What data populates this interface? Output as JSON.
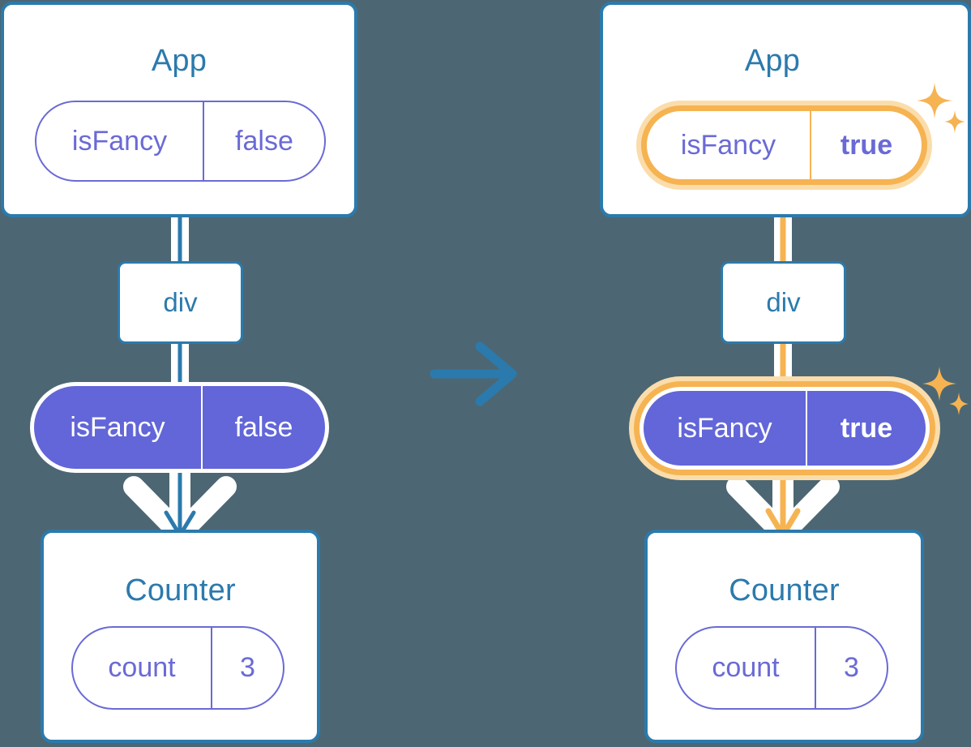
{
  "diagram": {
    "title_not_shown": "",
    "background_color": "#4c6773",
    "accent_blue": "#2b7aad",
    "accent_purple": "#6266d8",
    "accent_orange": "#f6b352",
    "accent_orange_light": "#fbddab",
    "transition_arrow": {
      "icon": "arrow-right-icon",
      "color": "#2b7aad",
      "direction": "right"
    },
    "panels": [
      {
        "id": "before",
        "app": {
          "title": "App",
          "state_pill": {
            "name": "isFancy",
            "value": "false",
            "style": "outline",
            "highlighted": false,
            "bold_value": false
          }
        },
        "div": {
          "label": "div"
        },
        "prop_pill": {
          "name": "isFancy",
          "value": "false",
          "style": "solid",
          "highlighted": false,
          "bold_value": false
        },
        "counter": {
          "title": "Counter",
          "state_pill": {
            "name": "count",
            "value": "3",
            "style": "outline",
            "highlighted": false,
            "bold_value": false
          }
        },
        "flow_color": "#2b7aad",
        "sparkles": false
      },
      {
        "id": "after",
        "app": {
          "title": "App",
          "state_pill": {
            "name": "isFancy",
            "value": "true",
            "style": "outline",
            "highlighted": true,
            "bold_value": true
          }
        },
        "div": {
          "label": "div"
        },
        "prop_pill": {
          "name": "isFancy",
          "value": "true",
          "style": "solid",
          "highlighted": true,
          "bold_value": true
        },
        "counter": {
          "title": "Counter",
          "state_pill": {
            "name": "count",
            "value": "3",
            "style": "outline",
            "highlighted": false,
            "bold_value": false
          }
        },
        "flow_color": "#f6b352",
        "sparkles": true
      }
    ]
  }
}
